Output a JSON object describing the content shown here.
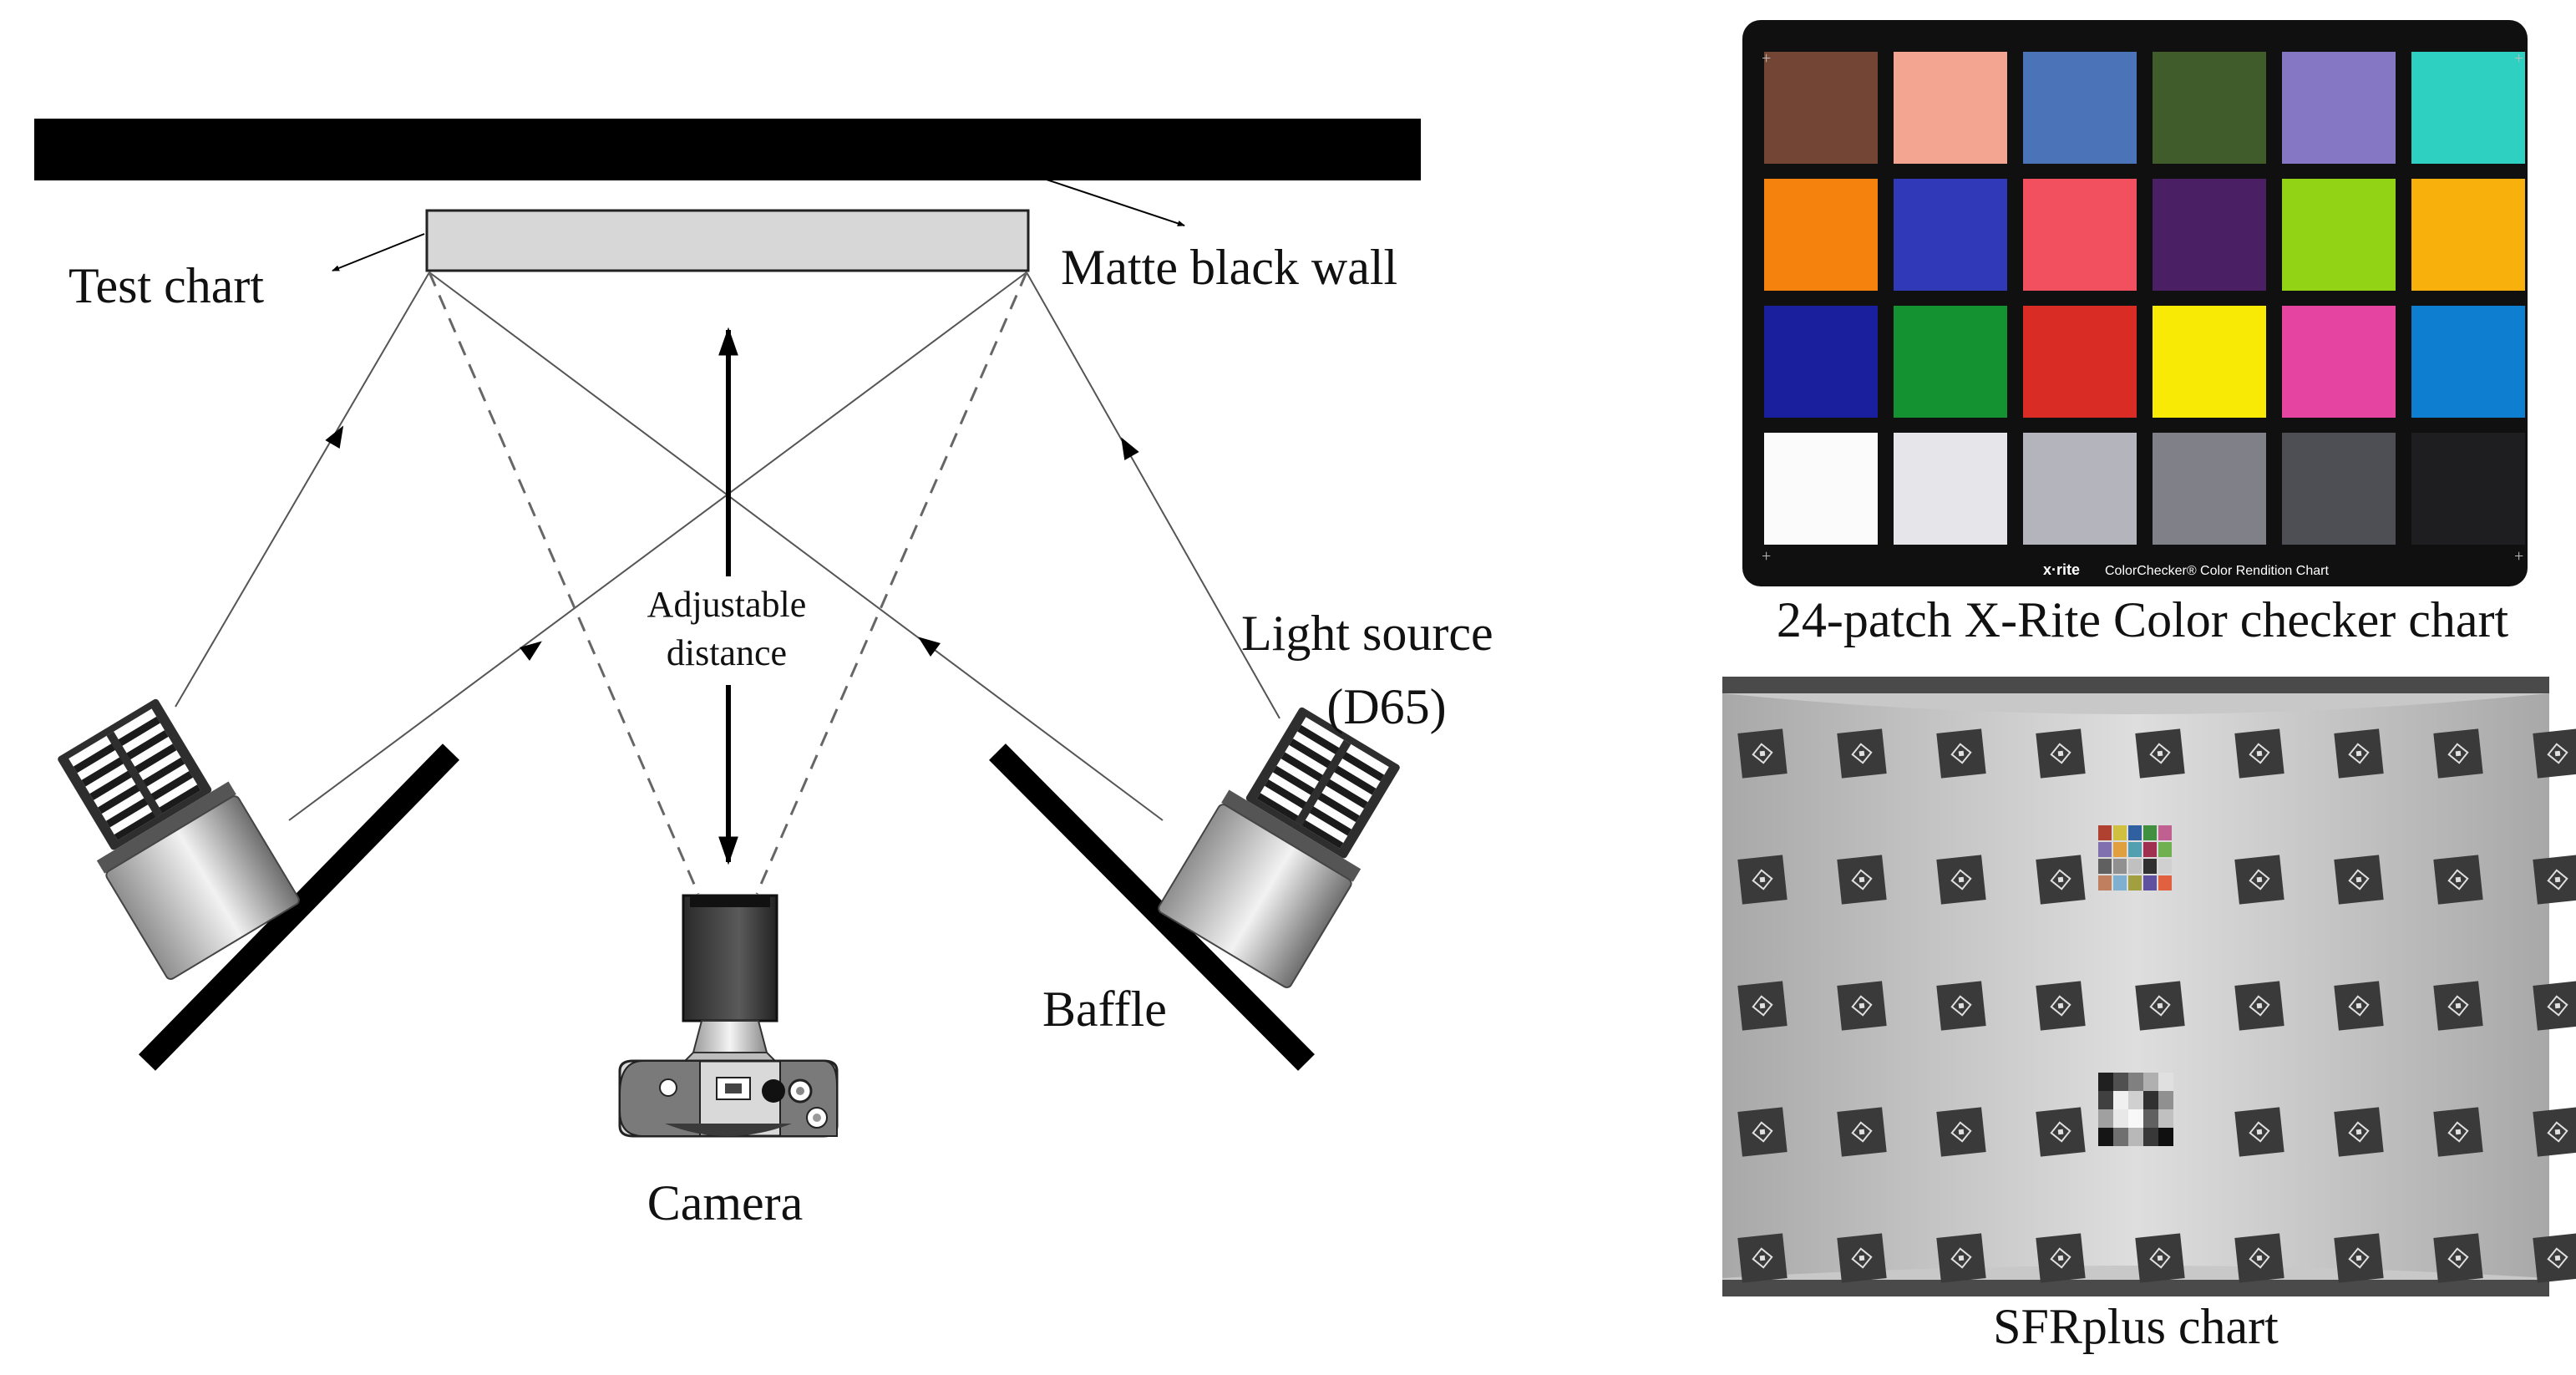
{
  "labels": {
    "test_chart": "Test chart",
    "matte_black_wall": "Matte black wall",
    "adjustable_line1": "Adjustable",
    "adjustable_line2": "distance",
    "light_source_line1": "Light source",
    "light_source_line2": "(D65)",
    "baffle": "Baffle",
    "camera": "Camera",
    "colorchecker_caption": "24-patch X-Rite Color checker chart",
    "sfrplus_caption": "SFRplus chart",
    "colorchecker_brand": "x·rite",
    "colorchecker_strip": "ColorChecker® Color Rendition Chart"
  },
  "colorchecker_patches": [
    "#734534",
    "#f3a592",
    "#4a73b8",
    "#3f5c2a",
    "#8577c4",
    "#2ed0c2",
    "#f5820c",
    "#3039b8",
    "#f2505e",
    "#4b1f63",
    "#93d316",
    "#f8b00c",
    "#1a1f9e",
    "#149232",
    "#d82c24",
    "#f9ea06",
    "#e545a0",
    "#0e7ed0",
    "#fbfbfb",
    "#e6e6ea",
    "#b4b4bc",
    "#808088",
    "#4e4e55",
    "#1e1e21"
  ],
  "sfrplus_center_patches": [
    "#b04030",
    "#d0c040",
    "#3060a0",
    "#409040",
    "#c06090",
    "#8070b0",
    "#e0a040",
    "#50a0b0",
    "#a03050",
    "#70b050",
    "#606060",
    "#909090",
    "#c0c0c0",
    "#303030",
    "#d0d0d0",
    "#c08060",
    "#80b0d0",
    "#a0a040",
    "#6050a0",
    "#e06040"
  ]
}
